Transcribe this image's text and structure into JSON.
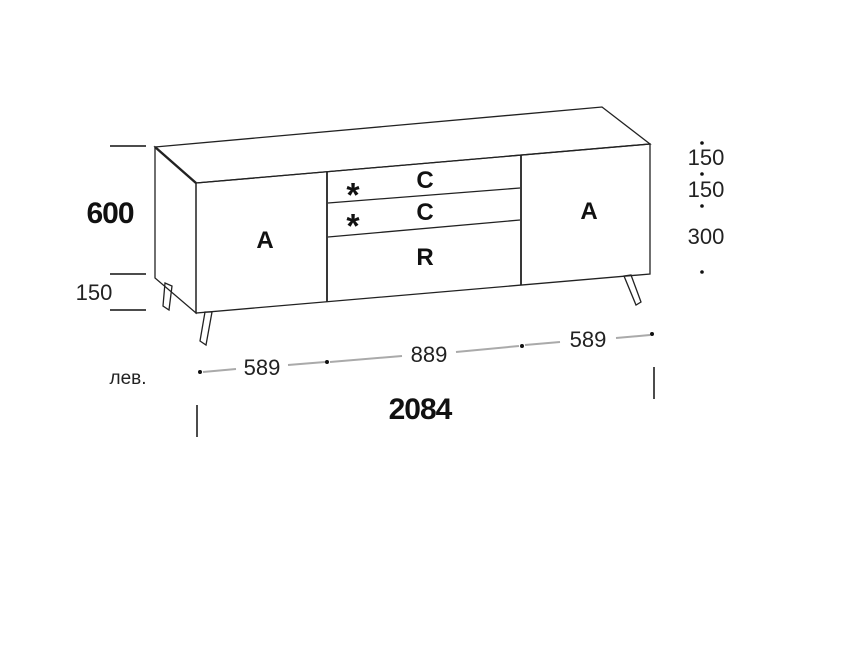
{
  "overall": {
    "height": "600",
    "width": "2084",
    "leg_height": "150",
    "side_label": "лев."
  },
  "widths": [
    "589",
    "889",
    "589"
  ],
  "right_heights": [
    "150",
    "150",
    "300"
  ],
  "modules": {
    "left_door": "A",
    "drawer_top": "C",
    "drawer_middle": "C",
    "drawer_bottom": "R",
    "right_door": "A",
    "marker": "*"
  }
}
